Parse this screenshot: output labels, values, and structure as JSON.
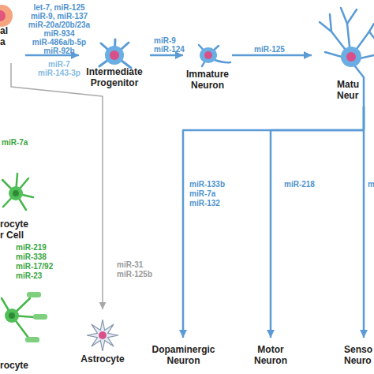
{
  "diagram": {
    "nodes": [
      {
        "text": [
          "al a"
        ]
      },
      {
        "text": [
          "Intermediate Progenitor"
        ]
      },
      {
        "text": [
          "Immature Neuron"
        ]
      },
      {
        "text": [
          "Matu Neur"
        ]
      },
      {
        "text": [
          "rocyte r Cell"
        ]
      },
      {
        "text": [
          "rocyte"
        ]
      },
      {
        "text": [
          "Astrocyte"
        ]
      },
      {
        "text": [
          "Dopaminergic Neuron"
        ]
      },
      {
        "text": [
          "Motor Neuron"
        ]
      },
      {
        "text": [
          "Senso Neuro"
        ]
      }
    ],
    "edges": [
      {
        "from": 0,
        "to": 1,
        "arrow": "to"
      },
      {
        "from": 1,
        "to": 2,
        "arrow": "to"
      },
      {
        "from": 2,
        "to": 3,
        "arrow": "to"
      },
      {
        "from": 0,
        "to": 6,
        "arrow": "to"
      },
      {
        "from": 3,
        "to": 7,
        "arrow": "to"
      },
      {
        "from": 3,
        "to": 8,
        "arrow": "to"
      },
      {
        "from": 3,
        "to": 9,
        "arrow": "to"
      }
    ],
    "labels": [
      "let-7, miR-125",
      "miR-9, miR-137",
      "miR-20a/20b/23a",
      "miR-934",
      "miR-486a/b-5p",
      "miR-92b",
      "miR-7",
      "miR-143-3p",
      "miR-9",
      "miR-124",
      "miR-125",
      "miR-7a",
      "miR-219",
      "miR-338",
      "miR-17/92",
      "miR-23",
      "miR-31",
      "miR-125b",
      "miR-133b",
      "miR-7a",
      "miR-132",
      "miR-218",
      "m"
    ]
  }
}
